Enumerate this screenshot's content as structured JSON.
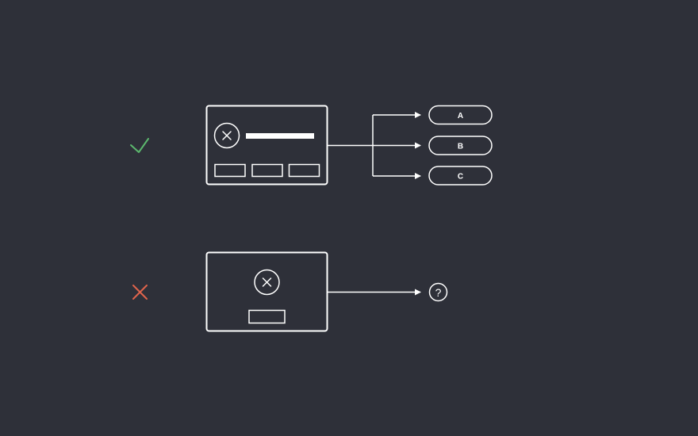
{
  "colors": {
    "background": "#2e3039",
    "stroke": "#ffffff",
    "good": "#5cb86e",
    "bad": "#e0644c"
  },
  "good_example": {
    "indicator_icon": "checkmark-icon",
    "dialog_icon": "circled-x-icon",
    "options": [
      {
        "label": "A"
      },
      {
        "label": "B"
      },
      {
        "label": "C"
      }
    ]
  },
  "bad_example": {
    "indicator_icon": "cross-icon",
    "dialog_icon": "circled-x-icon",
    "result_icon": "question-mark-icon",
    "result_glyph": "?"
  }
}
